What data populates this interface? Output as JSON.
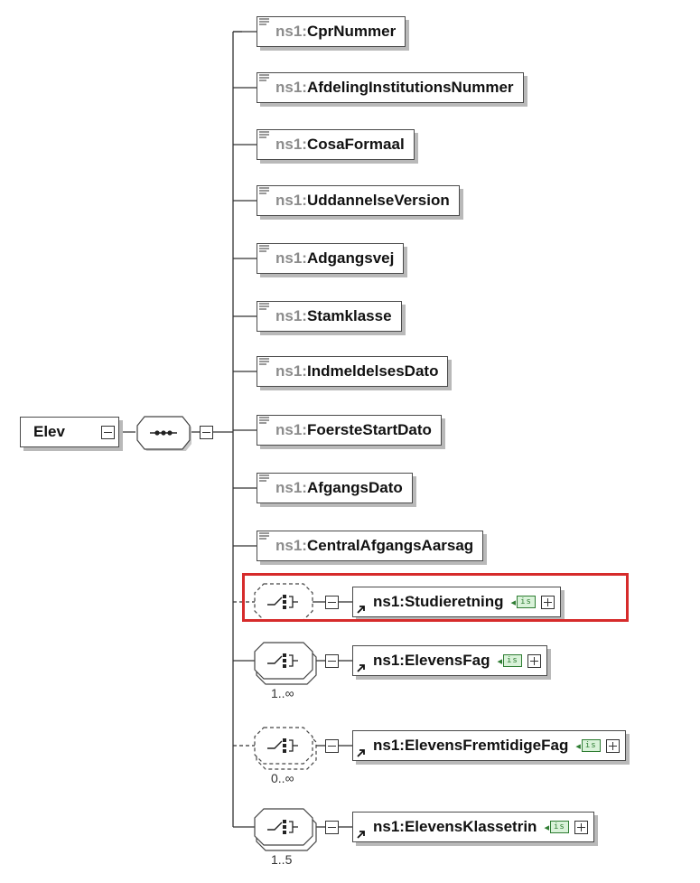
{
  "root": {
    "label": "Elev"
  },
  "namespace_prefix": "ns1:",
  "elements": [
    {
      "name": "CprNummer"
    },
    {
      "name": "AfdelingInstitutionsNummer"
    },
    {
      "name": "CosaFormaal"
    },
    {
      "name": "UddannelseVersion"
    },
    {
      "name": "Adgangsvej"
    },
    {
      "name": "Stamklasse"
    },
    {
      "name": "IndmeldelsesDato"
    },
    {
      "name": "FoersteStartDato"
    },
    {
      "name": "AfgangsDato"
    },
    {
      "name": "CentralAfgangsAarsag"
    }
  ],
  "choice_elements": [
    {
      "name": "Studieretning",
      "occurrence": "",
      "optional": true,
      "highlighted": true
    },
    {
      "name": "ElevensFag",
      "occurrence": "1..∞",
      "optional": false,
      "highlighted": false
    },
    {
      "name": "ElevensFremtidigeFag",
      "occurrence": "0..∞",
      "optional": true,
      "highlighted": false
    },
    {
      "name": "ElevensKlassetrin",
      "occurrence": "1..5",
      "optional": false,
      "highlighted": false
    }
  ],
  "badge_text": "is",
  "colors": {
    "highlight": "#d62b2b",
    "badge": "#2e7d32",
    "namespace": "#8c8c8c"
  }
}
